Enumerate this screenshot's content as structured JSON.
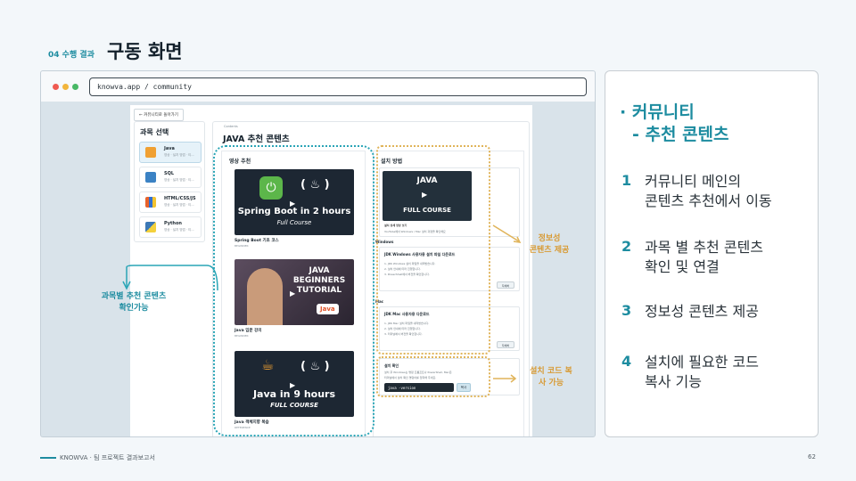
{
  "header": {
    "section_tag": "04 수행 결과",
    "title": "구동 화면"
  },
  "browser": {
    "url": "knowva.app / community"
  },
  "app": {
    "back_button": "← 커뮤니티로 돌아가기",
    "subject_panel": {
      "title": "과목 선택",
      "items": [
        {
          "name": "Java",
          "desc": "영상 · 설치 방법 · 티...",
          "icon": "java-icon",
          "color": "#f0a032"
        },
        {
          "name": "SQL",
          "desc": "영상 · 설치 방법 · 티...",
          "icon": "database-icon",
          "color": "#3b82c4"
        },
        {
          "name": "HTML/CSS/JS",
          "desc": "영상 · 설치 방법 · 티...",
          "icon": "html-icon",
          "color": "#e8632b"
        },
        {
          "name": "Python",
          "desc": "영상 · 설치 방법 · 티...",
          "icon": "python-icon",
          "color": "#3c78b5"
        }
      ]
    },
    "main": {
      "breadcrumb": "Contents",
      "title": "JAVA 추천 콘텐츠",
      "videos_title": "영상 추천",
      "videos": [
        {
          "thumb_title": "Spring Boot in 2 hours",
          "thumb_sub": "Full Course",
          "caption": "Spring Boot 기초 코스",
          "level": "BEGINNER",
          "bg": "#1d2733"
        },
        {
          "thumb_title": "JAVA BEGINNERS TUTORIAL",
          "thumb_sub": "Java",
          "caption": "Java 입문 강의",
          "level": "BEGINNER",
          "bg": "#4a3a4e"
        },
        {
          "thumb_title": "Java in 9 hours",
          "thumb_sub": "FULL COURSE",
          "caption": "Java 객체지향 복습",
          "level": "REFERENCE",
          "bg": "#1d2733"
        }
      ],
      "install_title": "설치 방법",
      "install_video": {
        "thumb_title": "JAVA",
        "thumb_sub": "FULL COURSE",
        "caption": "설치 상세 영상 보기",
        "desc": "YouTube에서 Windows / Mac 설치 과정을 확인해요"
      },
      "windows": {
        "label": "Windows",
        "title": "JDK Windows 사용자용 설치 파일 다운로드",
        "steps": [
          "1. JDK Windows 설치 파일을 내려받습니다.",
          "2. 설치 안내에 따라 진행합니다.",
          "3. PowerShell에서 버전을 확인합니다."
        ],
        "button": "자세히"
      },
      "mac": {
        "label": "Mac",
        "title": "JDK Mac 사용자용 다운로드",
        "steps": [
          "1. JDK Mac 설치 파일을 내려받습니다.",
          "2. 설치 안내에 따라 진행합니다.",
          "3. 터미널에서 버전을 확인합니다."
        ],
        "button": "자세히"
      },
      "check": {
        "title": "설치 확인",
        "desc_1": "설치 후 Windows는 명령 프롬프트나 PowerShell, Mac은",
        "desc_2": "터미널에서 설치 확인 명령어를 입력해 주세요.",
        "command": "java -version",
        "copy_button": "복사"
      }
    }
  },
  "callouts": {
    "subject": "과목별 추천 콘텐츠\n확인가능",
    "info": "정보성\n콘텐츠 제공",
    "copy": "설치 코드 복\n사 가능"
  },
  "summary": {
    "heading_1": "· 커뮤니티",
    "heading_2": "- 추천 콘텐츠",
    "items": [
      {
        "num": "1",
        "text": "커뮤니티 메인의\n콘텐츠 추천에서 이동"
      },
      {
        "num": "2",
        "text": "과목 별 추천 콘텐츠\n확인 및 연결"
      },
      {
        "num": "3",
        "text": "정보성 콘텐츠 제공"
      },
      {
        "num": "4",
        "text": "설치에 필요한 코드\n복사 기능"
      }
    ]
  },
  "footer": {
    "brand": "KNOWVA · 팀 프로젝트 결과보고서",
    "page": "62"
  },
  "colors": {
    "accent_teal": "#1d8ca0",
    "accent_gold": "#d89a34"
  }
}
